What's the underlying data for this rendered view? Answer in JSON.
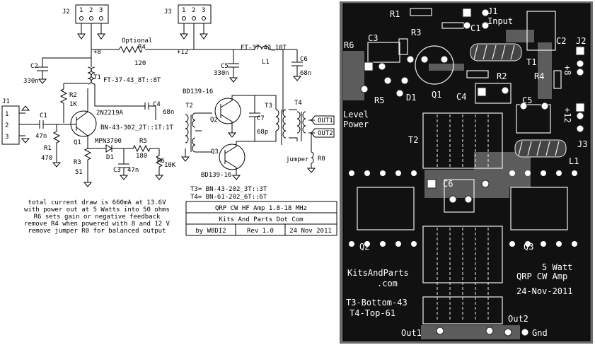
{
  "schematic": {
    "connectors": {
      "j1": "J1",
      "j2": "J2",
      "j3": "J3",
      "pins": [
        "1",
        "2",
        "3"
      ]
    },
    "parts": {
      "c1": "C1",
      "c1_val": "47n",
      "r1": "R1",
      "r1_val": "470",
      "r2": "R2",
      "r2_val": "1K",
      "r3": "R3",
      "r3_val": "51",
      "q1_type": "2N2219A",
      "q1": "Q1",
      "t1": "T1",
      "t1_desc": "FT-37-43_8T::8T",
      "c2": "C2",
      "c2_val": "330n",
      "r4_opt": "Optional",
      "r4": "R4",
      "r4_val": "120",
      "plus8": "+8",
      "plus12": "+12",
      "l1_core": "FT-37-43_10T",
      "l1": "L1",
      "c5": "C5",
      "c5_val": "330n",
      "c6": "C6",
      "c6_val": "68n",
      "c4": "C4",
      "c4_val": "68n",
      "t2": "T2",
      "t2_desc": "BN-43-302_2T::1T:1T",
      "bd_top": "BD139-16",
      "q2": "Q2",
      "bd_bot": "BD139-16",
      "q3": "Q3",
      "t3": "T3",
      "c7": "C7",
      "c7_val": "68p",
      "t4": "T4",
      "out1": "OUT1",
      "out2": "OUT2",
      "jumper": "jumper",
      "r0": "R0",
      "d1_type": "MPN3700",
      "d1": "D1",
      "r5": "R5",
      "r5_val": "180",
      "r6": "R6",
      "r6_val": "10K",
      "c3": "C3",
      "c3_val": "47n"
    },
    "transformers": [
      "T3= BN-43-202_3T::3T",
      "T4= BN-61-202_6T::6T"
    ],
    "notes": [
      "total current draw is 660mA at 13.6V",
      "with power out at 5 Watts into 50 ohms",
      "R6 sets gain or negative feedback",
      "remove R4 when powered with 8 and 12 V",
      "remove jumper R0 for balanced output"
    ],
    "title_block": {
      "title": "QRP CW HF Amp 1.8-18 MHz",
      "company": "Kits And Parts Dot Com",
      "author": "by W8DI2",
      "rev": "Rev 1.0",
      "date": "24 Nov 2011"
    }
  },
  "pcb": {
    "labels": {
      "r1": "R1",
      "j1": "J1",
      "input": "Input",
      "c1": "C1",
      "r3": "R3",
      "c3": "C3",
      "r6": "R6",
      "c2": "C2",
      "j2": "J2",
      "t1": "T1",
      "r4": "R4",
      "plus8": "+8",
      "r2": "R2",
      "r5": "R5",
      "d1": "D1",
      "q1": "Q1",
      "c4": "C4",
      "c5": "C5",
      "level": "Level",
      "power": "Power",
      "plus12": "+12",
      "j3": "J3",
      "t2": "T2",
      "l1": "L1",
      "c6": "C6",
      "q2": "Q2",
      "q3": "Q3",
      "site1": "KitsAndParts",
      "site2": ".com",
      "watt": "5 Watt",
      "amp": "QRP CW Amp",
      "date": "24-Nov-2011",
      "t3": "T3-Bottom-43",
      "t4": "T4-Top-61",
      "out2": "Out2",
      "out1": "Out1",
      "gnd": "Gnd"
    }
  }
}
